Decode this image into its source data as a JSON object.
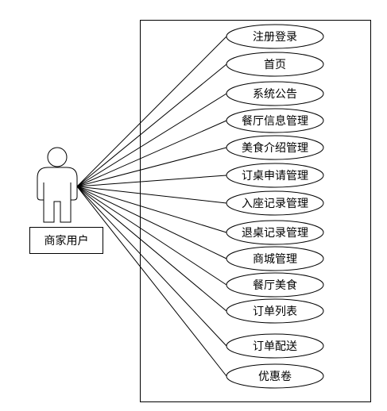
{
  "diagram": {
    "type": "use-case",
    "actor": {
      "label": "商家用户",
      "icon": "person-icon"
    },
    "use_cases": [
      {
        "label": "注册登录"
      },
      {
        "label": "首页"
      },
      {
        "label": "系统公告"
      },
      {
        "label": "餐厅信息管理"
      },
      {
        "label": "美食介绍管理"
      },
      {
        "label": "订桌申请管理"
      },
      {
        "label": "入座记录管理"
      },
      {
        "label": "退桌记录管理"
      },
      {
        "label": "商城管理"
      },
      {
        "label": "餐厅美食"
      },
      {
        "label": "订单列表"
      },
      {
        "label": "订单配送"
      },
      {
        "label": "优惠卷"
      }
    ],
    "colors": {
      "stroke": "#000000",
      "background": "#ffffff"
    }
  }
}
